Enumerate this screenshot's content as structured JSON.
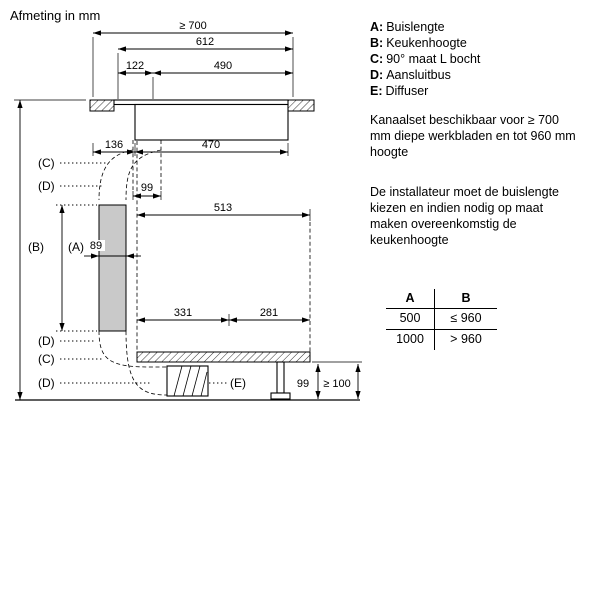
{
  "title": "Afmeting in mm",
  "legend": [
    {
      "key": "A:",
      "label": "Buislengte"
    },
    {
      "key": "B:",
      "label": "Keukenhoogte"
    },
    {
      "key": "C:",
      "label": "90° maat L bocht"
    },
    {
      "key": "D:",
      "label": "Aansluitbus"
    },
    {
      "key": "E:",
      "label": "Diffuser"
    }
  ],
  "notes": {
    "availability": "Kanaalset beschikbaar voor ≥ 700 mm diepe werkbladen en tot 960 mm hoogte",
    "installer": "De installateur moet de buislengte kiezen en indien nodig op maat maken overeenkomstig de keukenhoogte"
  },
  "table": {
    "headers": [
      "A",
      "B"
    ],
    "rows": [
      [
        "500",
        "≤ 960"
      ],
      [
        "1000",
        "> 960"
      ]
    ]
  },
  "drawing": {
    "dims": {
      "d700": "≥ 700",
      "d612": "612",
      "d122": "122",
      "d490": "490",
      "d136": "136",
      "d470": "470",
      "d99_top": "99",
      "d513": "513",
      "d89": "89",
      "d331": "331",
      "d281": "281",
      "d99_bottom": "99",
      "d100_min": "≥ 100"
    },
    "labels": {
      "a": "(A)",
      "b": "(B)",
      "c": "(C)",
      "d": "(D)",
      "e": "(E)"
    }
  },
  "colors": {
    "duct_fill": "#c9c9c9",
    "line": "#000000"
  }
}
